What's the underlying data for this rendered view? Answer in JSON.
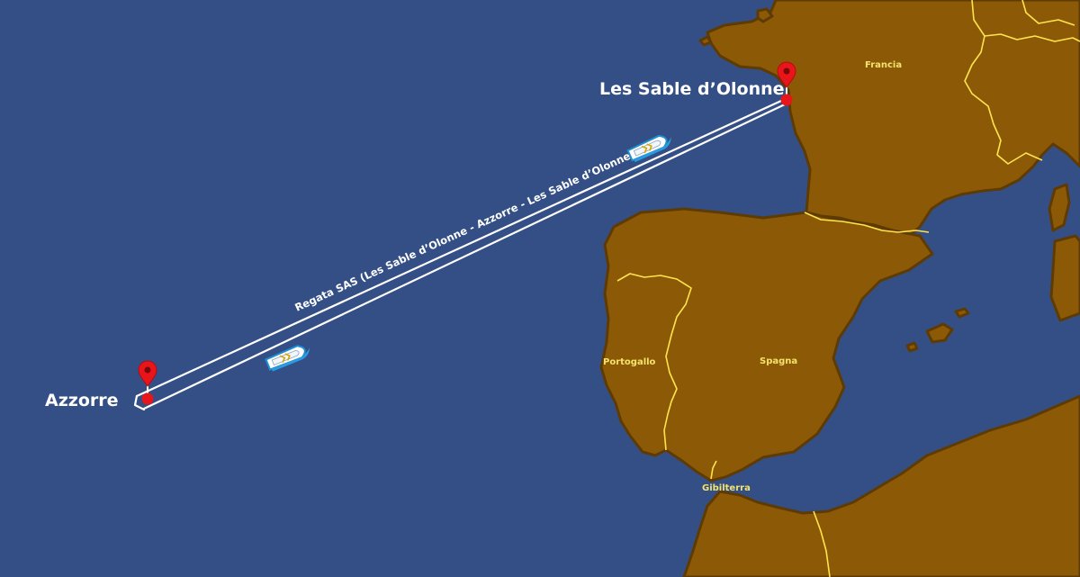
{
  "colors": {
    "sea": "#344f86",
    "land": "#8c5a06",
    "coast": "#5e3b04",
    "border": "#ffe44d",
    "route": "#ffffff",
    "pin": "#e8151b",
    "label": "#ffffff",
    "country_label": "#f5e36a"
  },
  "map": {
    "places": {
      "origin": {
        "name": "Les Sable d’Olonne",
        "icon": "map-pin-icon"
      },
      "destination": {
        "name": "Azzorre",
        "icon": "map-pin-icon"
      }
    },
    "route": {
      "label": "Regata SAS (Les Sable d’Olonne - Azzorre - Les Sable d’Olonne)"
    },
    "countries": {
      "france": "Francia",
      "portugal": "Portogallo",
      "spain": "Spagna",
      "gibraltar": "Gibilterra"
    },
    "boats": [
      {
        "icon": "sailboat-icon"
      },
      {
        "icon": "sailboat-icon"
      }
    ]
  }
}
